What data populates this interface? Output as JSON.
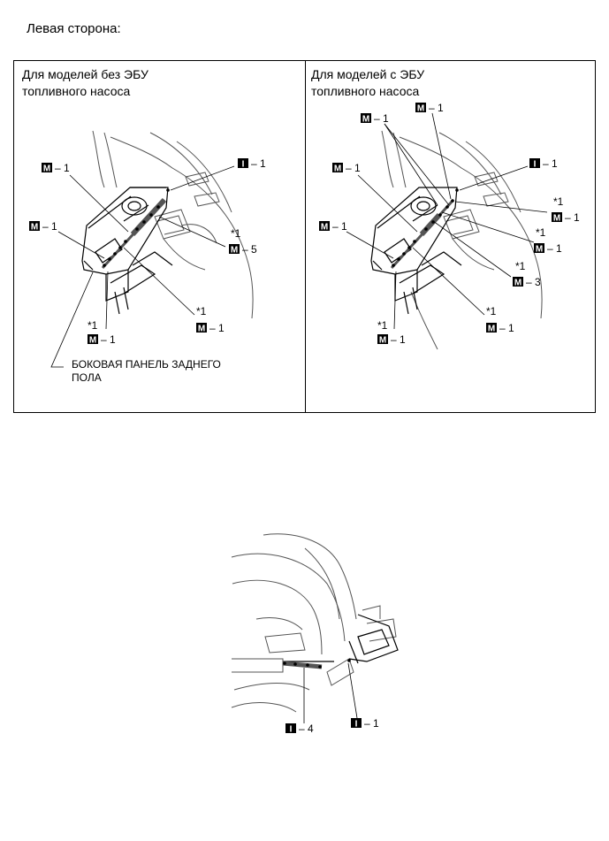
{
  "heading": "Левая сторона:",
  "panels": {
    "left": {
      "title_line1": "Для моделей без ЭБУ",
      "title_line2": "топливного насоса",
      "caption_line1": "БОКОВАЯ ПАНЕЛЬ ЗАДНЕГО",
      "caption_line2": "ПОЛА"
    },
    "right": {
      "title_line1": "Для моделей с ЭБУ",
      "title_line2": "топливного насоса"
    }
  },
  "callouts": {
    "m1": "– 1",
    "m3": "– 3",
    "m5": "– 5",
    "i1": "– 1",
    "i4": "– 4",
    "note": "*1"
  },
  "icons": {
    "m_box": "M",
    "i_box": "I"
  },
  "colors": {
    "line": "#000000",
    "box_fill": "#000000",
    "box_text": "#ffffff",
    "drawing": "#555555"
  }
}
